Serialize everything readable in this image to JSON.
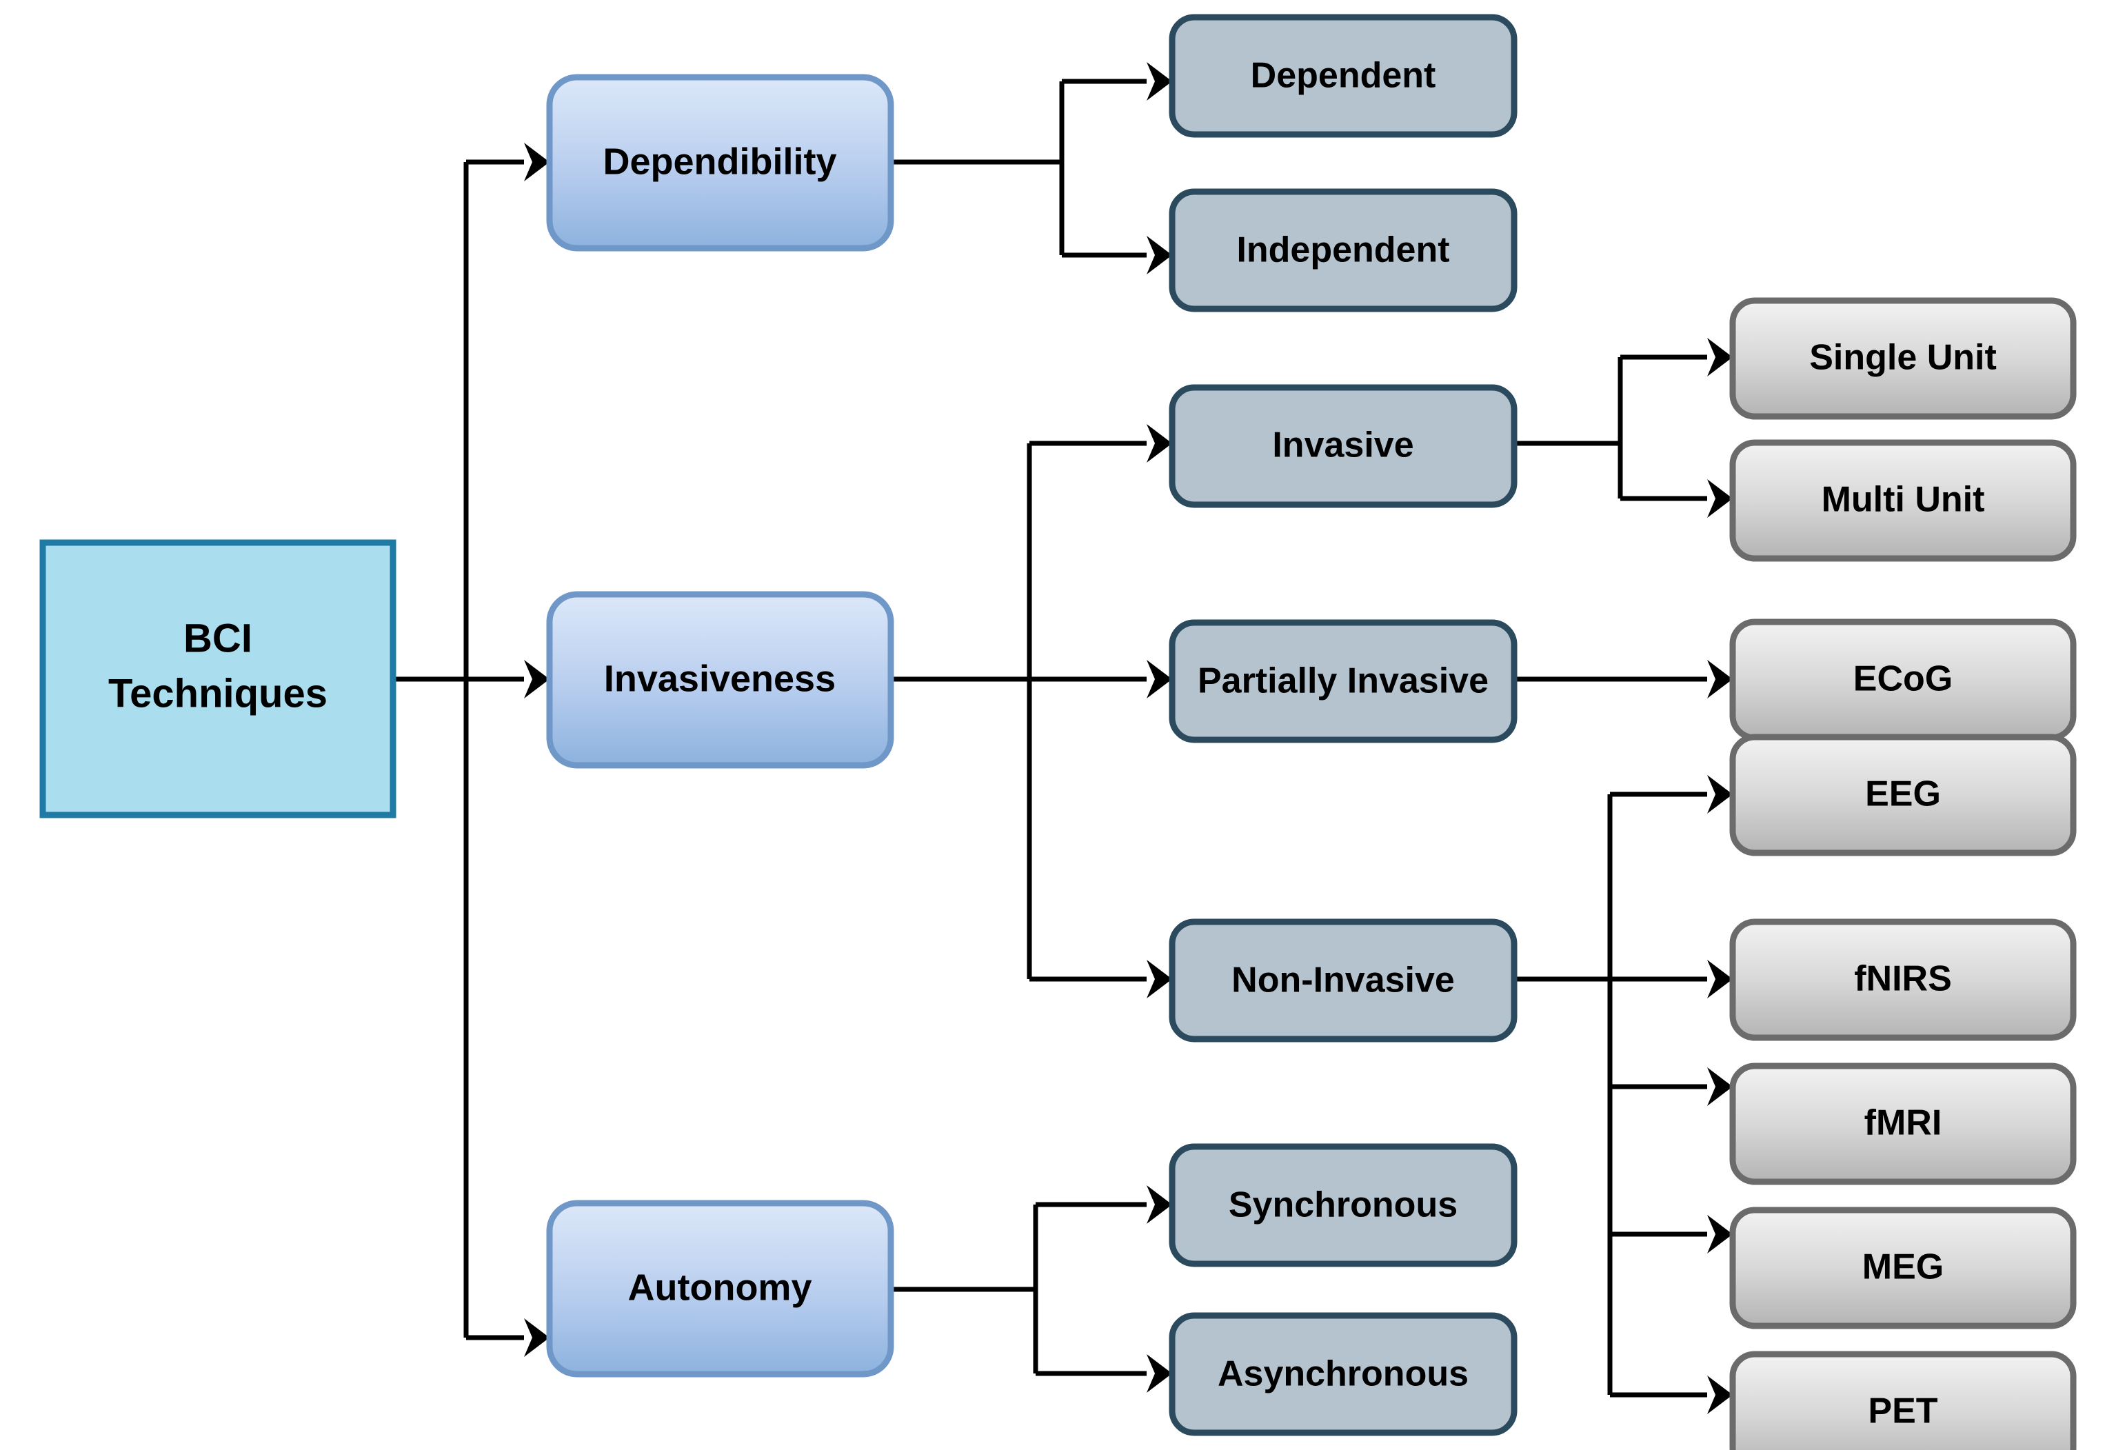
{
  "diagram": {
    "title": "BCI Techniques taxonomy",
    "type": "tree",
    "orientation": "left-to-right",
    "colors": {
      "root_fill": "#aaddee",
      "root_stroke": "#1f7ba6",
      "level1_fill_top": "#d6e4f7",
      "level1_fill_bottom": "#8fb4e0",
      "level1_stroke": "#6f97c7",
      "level2_fill": "#b4c3cd",
      "level2_stroke": "#2c4a5e",
      "level3_fill_top": "#efefef",
      "level3_fill_bottom": "#b8b8b8",
      "level3_stroke": "#6b6b6b",
      "edge": "#000000",
      "background": "#ffffff"
    },
    "root": {
      "id": "root",
      "label": "BCI\nTechniques",
      "line1": "BCI",
      "line2": "Techniques"
    },
    "level1": [
      {
        "id": "dependibility",
        "label": "Dependibility"
      },
      {
        "id": "invasiveness",
        "label": "Invasiveness"
      },
      {
        "id": "autonomy",
        "label": "Autonomy"
      }
    ],
    "level2": [
      {
        "id": "dependent",
        "label": "Dependent",
        "parent": "dependibility"
      },
      {
        "id": "independent",
        "label": "Independent",
        "parent": "dependibility"
      },
      {
        "id": "invasive",
        "label": "Invasive",
        "parent": "invasiveness"
      },
      {
        "id": "partially-invasive",
        "label": "Partially Invasive",
        "parent": "invasiveness"
      },
      {
        "id": "non-invasive",
        "label": "Non-Invasive",
        "parent": "invasiveness"
      }
    ],
    "level3": [
      {
        "id": "single-unit",
        "label": "Single Unit",
        "parent": "invasive"
      },
      {
        "id": "multi-unit",
        "label": "Multi Unit",
        "parent": "invasive"
      },
      {
        "id": "ecog",
        "label": "ECoG",
        "parent": "partially-invasive"
      },
      {
        "id": "eeg",
        "label": "EEG",
        "parent": "non-invasive"
      },
      {
        "id": "fnirs",
        "label": "fNIRS",
        "parent": "non-invasive"
      },
      {
        "id": "fmri",
        "label": "fMRI",
        "parent": "non-invasive"
      },
      {
        "id": "meg",
        "label": "MEG",
        "parent": "non-invasive"
      },
      {
        "id": "pet",
        "label": "PET",
        "parent": "non-invasive"
      }
    ]
  }
}
